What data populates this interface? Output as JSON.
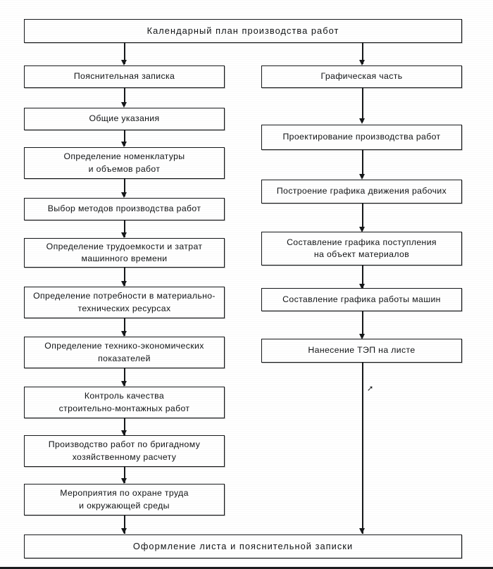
{
  "diagram": {
    "title": "Календарный план производства работ",
    "type": "flowchart",
    "orientation": "top-down",
    "colors": {
      "line": "#16181a",
      "box_fill": "#ffffff",
      "text": "#111315",
      "page": "#ffffff"
    },
    "root": {
      "id": "root",
      "label": "Календарный  план  производства  работ"
    },
    "columns": [
      {
        "id": "left-column",
        "head": "Пояснительная записка",
        "nodes": [
          {
            "id": "l1",
            "label": "Пояснительная  записка"
          },
          {
            "id": "l2",
            "label": "Общие указания"
          },
          {
            "id": "l3",
            "label": "Определение номенклатуры\nи объемов работ"
          },
          {
            "id": "l4",
            "label": "Выбор методов производства работ"
          },
          {
            "id": "l5",
            "label": "Определение трудоемкости и затрат\nмашинного  времени"
          },
          {
            "id": "l6",
            "label": "Определение потребности в материально-\nтехнических ресурсах"
          },
          {
            "id": "l7",
            "label": "Определение технико-экономических\nпоказателей"
          },
          {
            "id": "l8",
            "label": "Контроль качества\nстроительно-монтажных работ"
          },
          {
            "id": "l9",
            "label": "Производство работ по бригадному\nхозяйственному расчету"
          },
          {
            "id": "l10",
            "label": "Мероприятия по охране труда\nи окружающей среды"
          }
        ]
      },
      {
        "id": "right-column",
        "head": "Графическая часть",
        "nodes": [
          {
            "id": "r1",
            "label": "Графическая  часть"
          },
          {
            "id": "r2",
            "label": "Проектирование производства работ"
          },
          {
            "id": "r3",
            "label": "Построение графика движения рабочих"
          },
          {
            "id": "r4",
            "label": "Составление графика поступления\nна объект материалов"
          },
          {
            "id": "r5",
            "label": "Составление графика работы машин"
          },
          {
            "id": "r6",
            "label": "Нанесение ТЭП на листе"
          }
        ]
      }
    ],
    "footer": {
      "id": "footer",
      "label": "Оформление  листа  и  пояснительной  записки"
    }
  }
}
